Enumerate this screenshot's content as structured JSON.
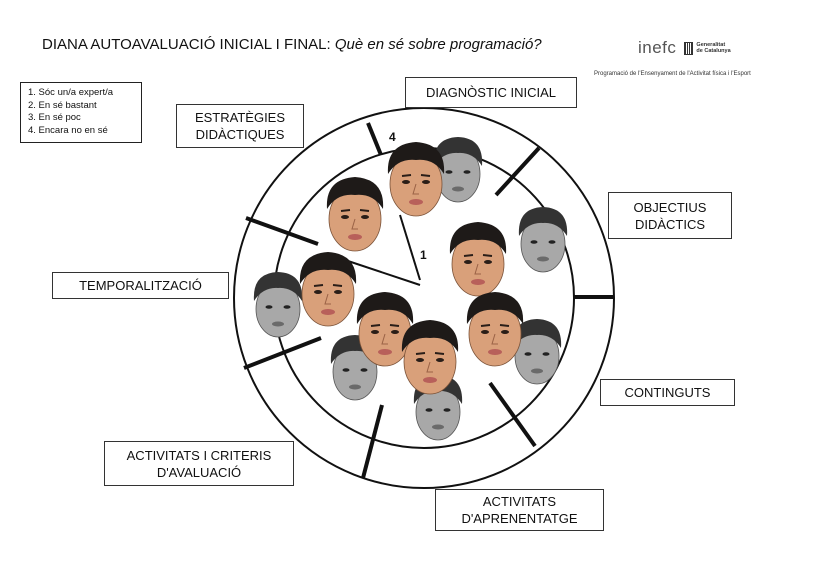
{
  "header": {
    "title_main": "DIANA AUTOAVALUACIÓ INICIAL I FINAL: ",
    "title_question": "Què en sé sobre programació?",
    "logo_text": "inefc",
    "logo_gen_line1": "Generalitat",
    "logo_gen_line2": "de Catalunya",
    "subtitle": "Programació de l'Ensenyament de l'Activitat física i l'Esport"
  },
  "legend": {
    "items": [
      "1. Sóc un/a expert/a",
      "2. En sé bastant",
      "3. En sé poc",
      "4. Encara no en sé"
    ]
  },
  "sections": {
    "diagnostic": "DIAGNÒSTIC INICIAL",
    "objectius_1": "OBJECTIUS",
    "objectius_2": "DIDÀCTICS",
    "estrategies_1": "ESTRATÈGIES",
    "estrategies_2": "DIDÀCTIQUES",
    "temporalitzacio": "TEMPORALITZACIÓ",
    "continguts": "CONTINGUTS",
    "activitats_criteris_1": "ACTIVITATS I CRITERIS",
    "activitats_criteris_2": "D'AVALUACIÓ",
    "activitats_aprenentatge_1": "ACTIVITATS",
    "activitats_aprenentatge_2": "D'APRENENTATGE"
  },
  "ring_labels": {
    "four": "4",
    "one": "1"
  },
  "colors": {
    "outline": "#111111",
    "skin": "#d9a07a",
    "hair": "#1e1a18",
    "gray_face": "#9a9a9a"
  }
}
